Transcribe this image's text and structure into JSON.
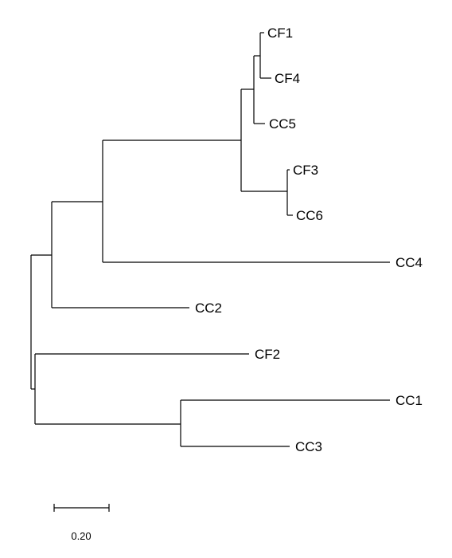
{
  "tree": {
    "leaves": [
      {
        "id": "cf1",
        "label": "CF1"
      },
      {
        "id": "cf4",
        "label": "CF4"
      },
      {
        "id": "cc5",
        "label": "CC5"
      },
      {
        "id": "cf3",
        "label": "CF3"
      },
      {
        "id": "cc6",
        "label": "CC6"
      },
      {
        "id": "cc4",
        "label": "CC4"
      },
      {
        "id": "cc2",
        "label": "CC2"
      },
      {
        "id": "cf2",
        "label": "CF2"
      },
      {
        "id": "cc1",
        "label": "CC1"
      },
      {
        "id": "cc3",
        "label": "CC3"
      }
    ],
    "scale_bar": {
      "label": "0.20",
      "value": 0.2
    }
  }
}
